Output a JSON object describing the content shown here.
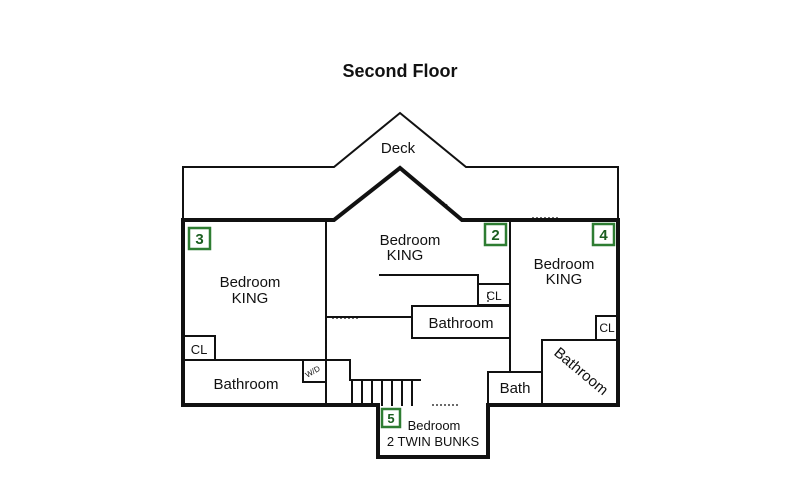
{
  "title": "Second Floor",
  "rooms": {
    "deck": "Deck",
    "bedroom2_name": "Bedroom",
    "bedroom2_bed": "KING",
    "bedroom3_name": "Bedroom",
    "bedroom3_bed": "KING",
    "bedroom4_name": "Bedroom",
    "bedroom4_bed": "KING",
    "bedroom5_name": "Bedroom",
    "bedroom5_bed": "2 TWIN BUNKS",
    "bathroom_center": "Bathroom",
    "bathroom_left": "Bathroom",
    "bathroom_right": "Bathroom",
    "bath_small": "Bath",
    "closet_left": "CL",
    "closet_center": "CL",
    "closet_right": "CL",
    "washer_dryer": "W/D"
  },
  "badges": {
    "b2": "2",
    "b3": "3",
    "b4": "4",
    "b5": "5"
  },
  "colors": {
    "wall": "#111111",
    "badge": "#2e7d32",
    "background": "#ffffff"
  }
}
